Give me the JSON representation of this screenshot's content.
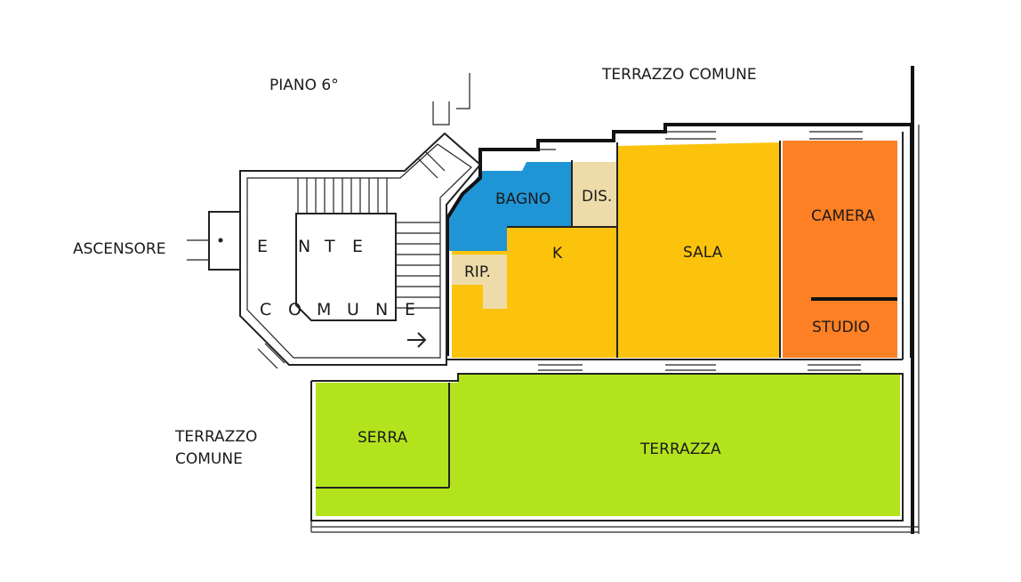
{
  "labels": {
    "floor": "PIANO 6°",
    "terrace_common_top": "TERRAZZO COMUNE",
    "elevator": "ASCENSORE",
    "terrace_common_left_1": "TERRAZZO",
    "terrace_common_left_2": "COMUNE",
    "ente_letters": [
      "E",
      "N",
      "T",
      "E"
    ],
    "comune_letters": [
      "C",
      "O",
      "M",
      "U",
      "N",
      "E"
    ]
  },
  "rooms": {
    "bagno": "BAGNO",
    "dis": "DIS.",
    "rip": "RIP.",
    "k": "K",
    "sala": "SALA",
    "camera": "CAMERA",
    "studio": "STUDIO",
    "serra": "SERRA",
    "terrazza": "TERRAZZA"
  },
  "colors": {
    "bagno": "#1f95d6",
    "service": "#eddcaa",
    "living": "#fcc30c",
    "bedroom": "#fd8024",
    "terrace": "#b3e31d",
    "walls": "#222222"
  }
}
